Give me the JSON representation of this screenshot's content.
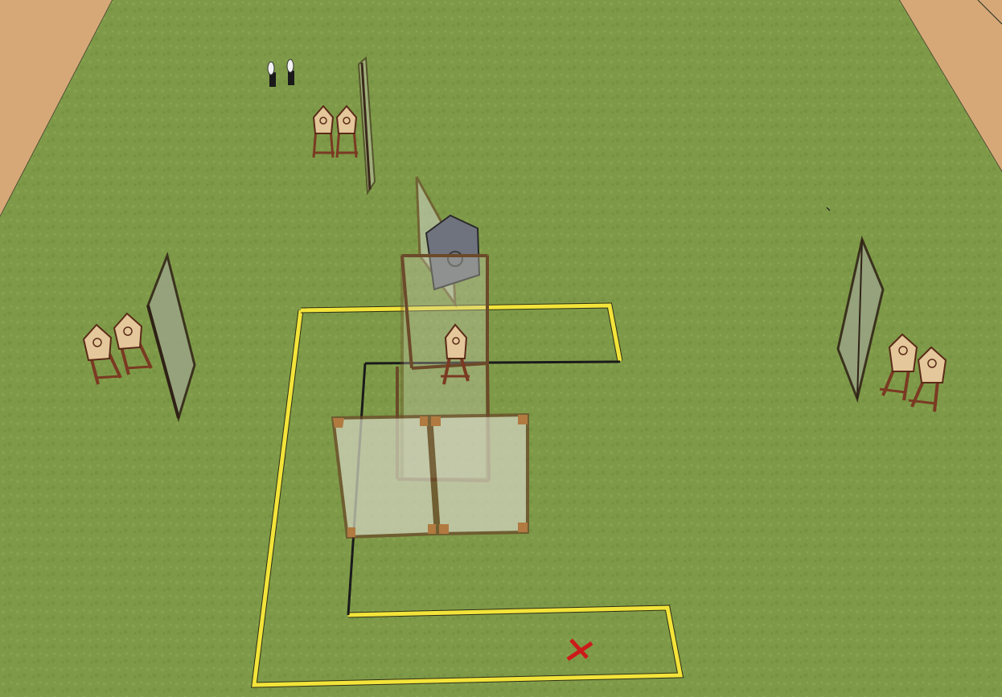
{
  "scene": {
    "kind": "3d-shooting-stage-layout",
    "colors": {
      "grass": "#7e9a48",
      "grass_dark": "#6c8a3c",
      "sand": "#d6a877",
      "boundary_tape": "#f2e43a",
      "fault_line": "#1a1a1a",
      "wall_frame": "#8a5a30",
      "wall_glass": "#c9c9b4",
      "target_stand": "#7a3a22",
      "target_face": "#e4c79a",
      "steel_plate": "#6f737d",
      "start_mark": "#cc1a1a",
      "popper": "#f2f2f2"
    },
    "objects": {
      "targets": [
        {
          "id": "left-pair-a",
          "type": "paper-target"
        },
        {
          "id": "left-pair-b",
          "type": "paper-target"
        },
        {
          "id": "right-pair-a",
          "type": "paper-target"
        },
        {
          "id": "right-pair-b",
          "type": "paper-target"
        },
        {
          "id": "back-pair-a",
          "type": "paper-target"
        },
        {
          "id": "back-pair-b",
          "type": "paper-target"
        },
        {
          "id": "center-target",
          "type": "paper-target"
        }
      ],
      "walls": [
        {
          "id": "left-barrier"
        },
        {
          "id": "right-barrier"
        },
        {
          "id": "back-barrier"
        },
        {
          "id": "center-tall-panel"
        },
        {
          "id": "front-panel-left"
        },
        {
          "id": "front-panel-right"
        },
        {
          "id": "center-box"
        }
      ],
      "poppers": 2,
      "steel_plate": 1,
      "start_position_marker": "red-cross"
    }
  }
}
